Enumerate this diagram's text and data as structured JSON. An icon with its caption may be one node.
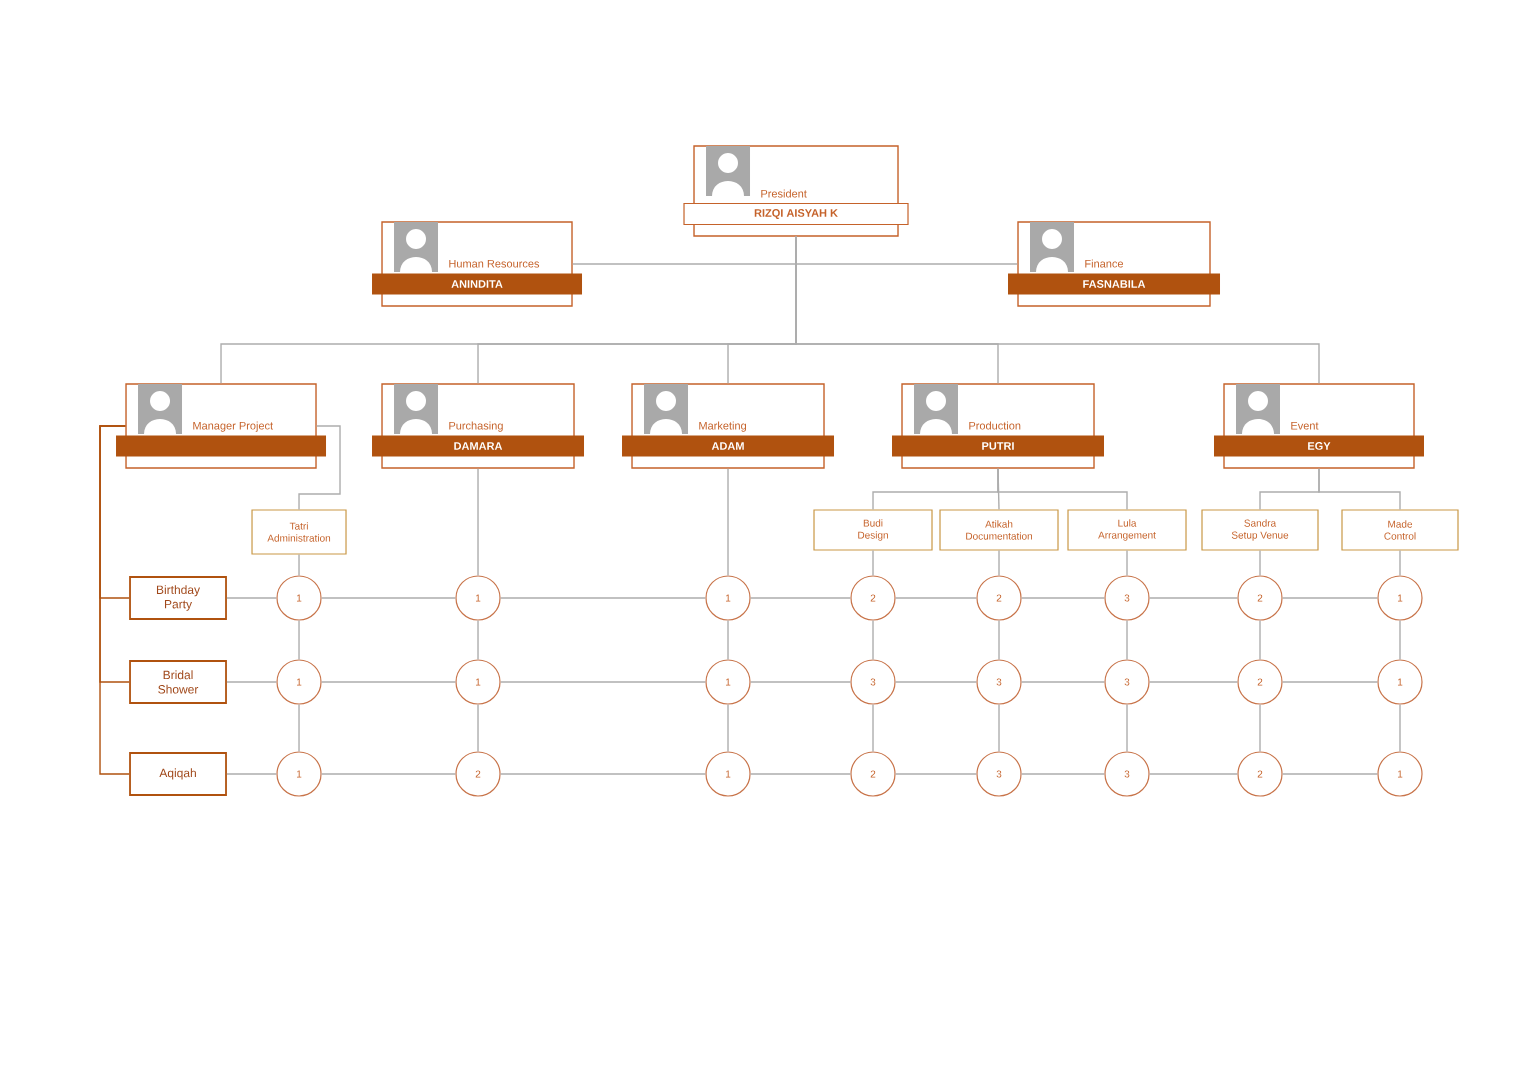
{
  "diagram": {
    "nodes": [
      {
        "text": [
          "President",
          "RIZQI AISYAH K"
        ]
      },
      {
        "text": [
          "Human Resources",
          "ANINDITA"
        ]
      },
      {
        "text": [
          "Finance",
          "FASNABILA"
        ]
      },
      {
        "text": [
          "Manager Project"
        ]
      },
      {
        "text": [
          "Purchasing",
          "DAMARA"
        ]
      },
      {
        "text": [
          "Marketing",
          "ADAM"
        ]
      },
      {
        "text": [
          "Production",
          "PUTRI"
        ]
      },
      {
        "text": [
          "Event",
          "EGY"
        ]
      },
      {
        "text": [
          "Tatri",
          "Administration"
        ]
      },
      {
        "text": [
          "Budi",
          "Design"
        ]
      },
      {
        "text": [
          "Atikah",
          "Documentation"
        ]
      },
      {
        "text": [
          "Lula",
          "Arrangement"
        ]
      },
      {
        "text": [
          "Sandra",
          "Setup Venue"
        ]
      },
      {
        "text": [
          "Made",
          "Control"
        ]
      },
      {
        "text": [
          "Birthday Party"
        ]
      },
      {
        "text": [
          "1"
        ]
      },
      {
        "text": [
          "1"
        ]
      },
      {
        "text": [
          "1"
        ]
      },
      {
        "text": [
          "2"
        ]
      },
      {
        "text": [
          "2"
        ]
      },
      {
        "text": [
          "3"
        ]
      },
      {
        "text": [
          "2"
        ]
      },
      {
        "text": [
          "1"
        ]
      },
      {
        "text": [
          "Bridal Shower"
        ]
      },
      {
        "text": [
          "1"
        ]
      },
      {
        "text": [
          "1"
        ]
      },
      {
        "text": [
          "1"
        ]
      },
      {
        "text": [
          "3"
        ]
      },
      {
        "text": [
          "3"
        ]
      },
      {
        "text": [
          "3"
        ]
      },
      {
        "text": [
          "2"
        ]
      },
      {
        "text": [
          "1"
        ]
      },
      {
        "text": [
          "Aqiqah"
        ]
      },
      {
        "text": [
          "1"
        ]
      },
      {
        "text": [
          "2"
        ]
      },
      {
        "text": [
          "1"
        ]
      },
      {
        "text": [
          "2"
        ]
      },
      {
        "text": [
          "3"
        ]
      },
      {
        "text": [
          "3"
        ]
      },
      {
        "text": [
          "2"
        ]
      },
      {
        "text": [
          "1"
        ]
      }
    ],
    "edges": [
      {
        "from": 0,
        "to": 1,
        "arrow": "none"
      },
      {
        "from": 0,
        "to": 2,
        "arrow": "none"
      },
      {
        "from": 0,
        "to": 3,
        "arrow": "none"
      },
      {
        "from": 0,
        "to": 4,
        "arrow": "none"
      },
      {
        "from": 0,
        "to": 5,
        "arrow": "none"
      },
      {
        "from": 0,
        "to": 6,
        "arrow": "none"
      },
      {
        "from": 0,
        "to": 7,
        "arrow": "none"
      },
      {
        "from": 3,
        "to": 8,
        "arrow": "none"
      },
      {
        "from": 6,
        "to": 9,
        "arrow": "none"
      },
      {
        "from": 6,
        "to": 10,
        "arrow": "none"
      },
      {
        "from": 6,
        "to": 11,
        "arrow": "none"
      },
      {
        "from": 7,
        "to": 12,
        "arrow": "none"
      },
      {
        "from": 7,
        "to": 13,
        "arrow": "none"
      },
      {
        "from": 3,
        "to": 14,
        "arrow": "none",
        "color": "#b0520f"
      },
      {
        "from": 3,
        "to": 23,
        "arrow": "none",
        "color": "#b0520f"
      },
      {
        "from": 3,
        "to": 32,
        "arrow": "none",
        "color": "#b0520f"
      },
      {
        "from": 14,
        "to": 15,
        "arrow": "none"
      },
      {
        "from": 15,
        "to": 16,
        "arrow": "none"
      },
      {
        "from": 16,
        "to": 17,
        "arrow": "none"
      },
      {
        "from": 17,
        "to": 18,
        "arrow": "none"
      },
      {
        "from": 18,
        "to": 19,
        "arrow": "none"
      },
      {
        "from": 19,
        "to": 20,
        "arrow": "none"
      },
      {
        "from": 20,
        "to": 21,
        "arrow": "none"
      },
      {
        "from": 21,
        "to": 22,
        "arrow": "none"
      },
      {
        "from": 23,
        "to": 24,
        "arrow": "none"
      },
      {
        "from": 24,
        "to": 25,
        "arrow": "none"
      },
      {
        "from": 25,
        "to": 26,
        "arrow": "none"
      },
      {
        "from": 26,
        "to": 27,
        "arrow": "none"
      },
      {
        "from": 27,
        "to": 28,
        "arrow": "none"
      },
      {
        "from": 28,
        "to": 29,
        "arrow": "none"
      },
      {
        "from": 29,
        "to": 30,
        "arrow": "none"
      },
      {
        "from": 30,
        "to": 31,
        "arrow": "none"
      },
      {
        "from": 32,
        "to": 33,
        "arrow": "none"
      },
      {
        "from": 33,
        "to": 34,
        "arrow": "none"
      },
      {
        "from": 34,
        "to": 35,
        "arrow": "none"
      },
      {
        "from": 35,
        "to": 36,
        "arrow": "none"
      },
      {
        "from": 36,
        "to": 37,
        "arrow": "none"
      },
      {
        "from": 37,
        "to": 38,
        "arrow": "none"
      },
      {
        "from": 38,
        "to": 39,
        "arrow": "none"
      },
      {
        "from": 39,
        "to": 40,
        "arrow": "none"
      },
      {
        "from": 8,
        "to": 15,
        "arrow": "none"
      },
      {
        "from": 15,
        "to": 24,
        "arrow": "none"
      },
      {
        "from": 24,
        "to": 33,
        "arrow": "none"
      },
      {
        "from": 4,
        "to": 16,
        "arrow": "none"
      },
      {
        "from": 16,
        "to": 25,
        "arrow": "none"
      },
      {
        "from": 25,
        "to": 34,
        "arrow": "none"
      },
      {
        "from": 5,
        "to": 17,
        "arrow": "none"
      },
      {
        "from": 17,
        "to": 26,
        "arrow": "none"
      },
      {
        "from": 26,
        "to": 35,
        "arrow": "none"
      },
      {
        "from": 9,
        "to": 18,
        "arrow": "none"
      },
      {
        "from": 18,
        "to": 27,
        "arrow": "none"
      },
      {
        "from": 27,
        "to": 36,
        "arrow": "none"
      },
      {
        "from": 10,
        "to": 19,
        "arrow": "none"
      },
      {
        "from": 19,
        "to": 28,
        "arrow": "none"
      },
      {
        "from": 28,
        "to": 37,
        "arrow": "none"
      },
      {
        "from": 11,
        "to": 20,
        "arrow": "none"
      },
      {
        "from": 20,
        "to": 29,
        "arrow": "none"
      },
      {
        "from": 29,
        "to": 38,
        "arrow": "none"
      },
      {
        "from": 12,
        "to": 21,
        "arrow": "none"
      },
      {
        "from": 21,
        "to": 30,
        "arrow": "none"
      },
      {
        "from": 30,
        "to": 39,
        "arrow": "none"
      },
      {
        "from": 13,
        "to": 22,
        "arrow": "none"
      },
      {
        "from": 22,
        "to": 31,
        "arrow": "none"
      },
      {
        "from": 31,
        "to": 40,
        "arrow": "none"
      }
    ]
  }
}
